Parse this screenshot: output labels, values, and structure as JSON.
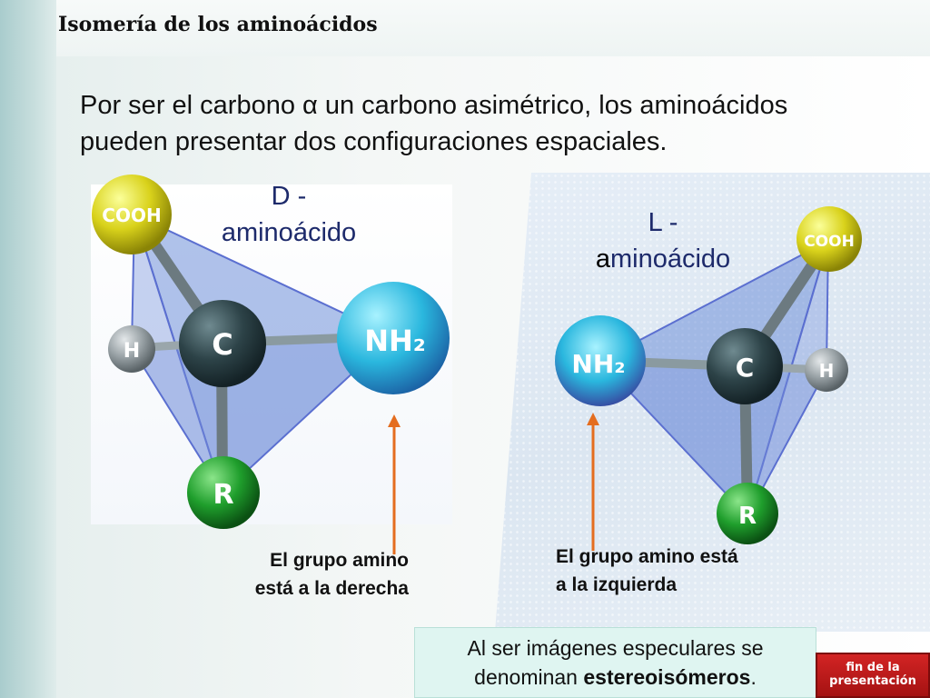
{
  "title": "Isomería de los aminoácidos",
  "intro": {
    "line1": "Por ser el carbono α un carbono asimétrico, los aminoácidos",
    "line2": "pueden presentar dos configuraciones espaciales."
  },
  "d_isomer": {
    "label_line1": "D -",
    "label_line2": "aminoácido",
    "caption_line1": "El grupo amino",
    "caption_line2": "está a la derecha",
    "atoms": {
      "cooh": "COOH",
      "h": "H",
      "c": "C",
      "nh2": "NH₂",
      "r": "R"
    }
  },
  "l_isomer": {
    "label_line1": "L -",
    "label_first_letter": "a",
    "label_rest": "minoácido",
    "caption_line1": "El grupo amino está",
    "caption_line2": "a la izquierda",
    "atoms": {
      "cooh": "COOH",
      "h": "H",
      "c": "C",
      "nh2": "NH₂",
      "r": "R"
    }
  },
  "note": {
    "line1": "Al ser imágenes especulares se",
    "line2_prefix": "denominan ",
    "line2_bold": "estereoisómeros",
    "line2_suffix": "."
  },
  "end_button": {
    "line1": "fin de la",
    "line2": "presentación"
  },
  "colors": {
    "arrow": "#e46d1f",
    "label_text": "#1d2a6b",
    "end_button": "#c41a1a"
  }
}
